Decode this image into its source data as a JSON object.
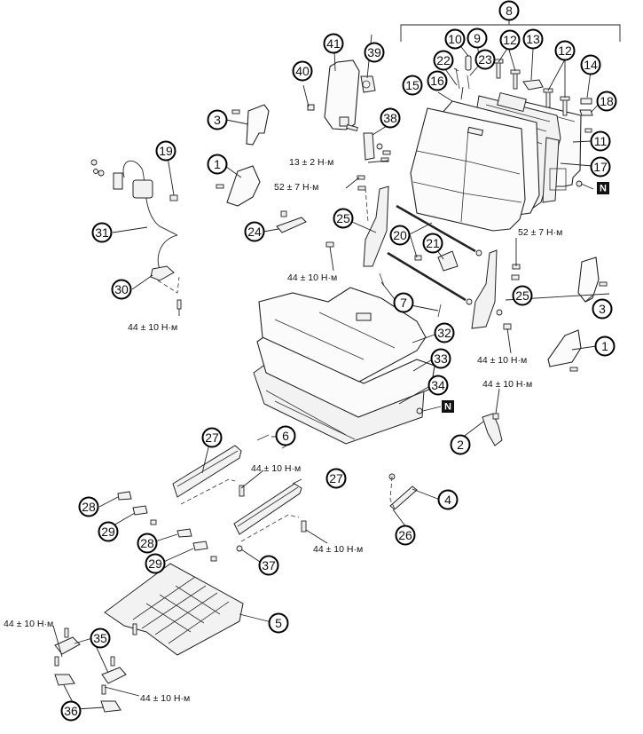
{
  "diagram": {
    "title": "",
    "type": "exploded parts view - rear seat assembly",
    "group_bracket_label": "8",
    "callouts": [
      {
        "id": "c8",
        "label": "8"
      },
      {
        "id": "c10",
        "label": "10"
      },
      {
        "id": "c9",
        "label": "9"
      },
      {
        "id": "c12a",
        "label": "12"
      },
      {
        "id": "c13",
        "label": "13"
      },
      {
        "id": "c12b",
        "label": "12"
      },
      {
        "id": "c22",
        "label": "22"
      },
      {
        "id": "c23",
        "label": "23"
      },
      {
        "id": "c14",
        "label": "14"
      },
      {
        "id": "c15",
        "label": "15"
      },
      {
        "id": "c16",
        "label": "16"
      },
      {
        "id": "c18",
        "label": "18"
      },
      {
        "id": "c11",
        "label": "11"
      },
      {
        "id": "c17",
        "label": "17"
      },
      {
        "id": "c41",
        "label": "41"
      },
      {
        "id": "c39",
        "label": "39"
      },
      {
        "id": "c40",
        "label": "40"
      },
      {
        "id": "c38",
        "label": "38"
      },
      {
        "id": "c3a",
        "label": "3"
      },
      {
        "id": "c1a",
        "label": "1"
      },
      {
        "id": "c19",
        "label": "19"
      },
      {
        "id": "c31",
        "label": "31"
      },
      {
        "id": "c30",
        "label": "30"
      },
      {
        "id": "c24",
        "label": "24"
      },
      {
        "id": "c25a",
        "label": "25"
      },
      {
        "id": "c20",
        "label": "20"
      },
      {
        "id": "c21",
        "label": "21"
      },
      {
        "id": "c25b",
        "label": "25"
      },
      {
        "id": "c3b",
        "label": "3"
      },
      {
        "id": "c1b",
        "label": "1"
      },
      {
        "id": "c7",
        "label": "7"
      },
      {
        "id": "c32",
        "label": "32"
      },
      {
        "id": "c33",
        "label": "33"
      },
      {
        "id": "c34",
        "label": "34"
      },
      {
        "id": "c2",
        "label": "2"
      },
      {
        "id": "c6",
        "label": "6"
      },
      {
        "id": "c27a",
        "label": "27"
      },
      {
        "id": "c27b",
        "label": "27"
      },
      {
        "id": "c4",
        "label": "4"
      },
      {
        "id": "c26",
        "label": "26"
      },
      {
        "id": "c28a",
        "label": "28"
      },
      {
        "id": "c29a",
        "label": "29"
      },
      {
        "id": "c28b",
        "label": "28"
      },
      {
        "id": "c29b",
        "label": "29"
      },
      {
        "id": "c37",
        "label": "37"
      },
      {
        "id": "c5",
        "label": "5"
      },
      {
        "id": "c35",
        "label": "35"
      },
      {
        "id": "c36",
        "label": "36"
      }
    ],
    "new_part_markers": [
      {
        "id": "n1",
        "label": "N"
      },
      {
        "id": "n2",
        "label": "N"
      }
    ],
    "torque_specs": [
      {
        "id": "t1",
        "text": "13 ± 2 Н·м"
      },
      {
        "id": "t2",
        "text": "52 ± 7 Н·м"
      },
      {
        "id": "t3",
        "text": "52 ± 7 Н·м"
      },
      {
        "id": "t4",
        "text": "44 ± 10 Н·м"
      },
      {
        "id": "t5",
        "text": "44 ± 10 Н·м"
      },
      {
        "id": "t6",
        "text": "44 ± 10 Н·м"
      },
      {
        "id": "t7",
        "text": "44 ± 10 Н·м"
      },
      {
        "id": "t8",
        "text": "44 ± 10 Н·м"
      },
      {
        "id": "t9",
        "text": "44 ± 10 Н·м"
      },
      {
        "id": "t10",
        "text": "44 ± 10 Н·м"
      },
      {
        "id": "t11",
        "text": "44 ± 10 Н·м"
      }
    ]
  }
}
